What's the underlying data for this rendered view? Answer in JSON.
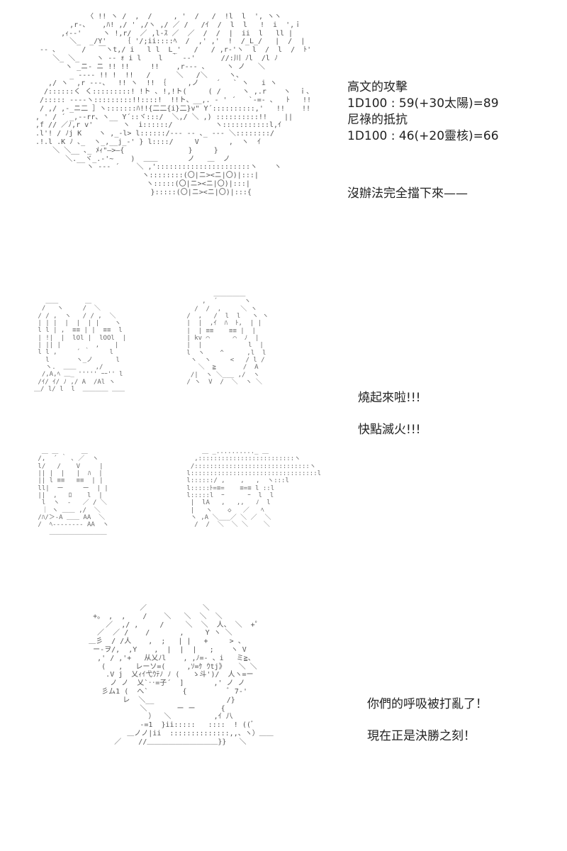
{
  "panel1": {
    "caption": {
      "line1": "高文的攻擊",
      "line2": "1D100 : 59(+30太陽)=89",
      "line3": "尼祿的抵抗",
      "line4": "1D100 : 46(+20靈核)=66",
      "line5": "沒辦法完全擋下來——"
    },
    "seal_text": "(〇|ニ><ニ|〇)"
  },
  "panel2": {
    "caption": {
      "line1": "燒起來啦!!!",
      "line2": "快點滅火!!!"
    }
  },
  "panel3": {
    "caption": {
      "line1": "你們的呼吸被打亂了！",
      "line2": "現在正是決勝之刻！"
    }
  }
}
